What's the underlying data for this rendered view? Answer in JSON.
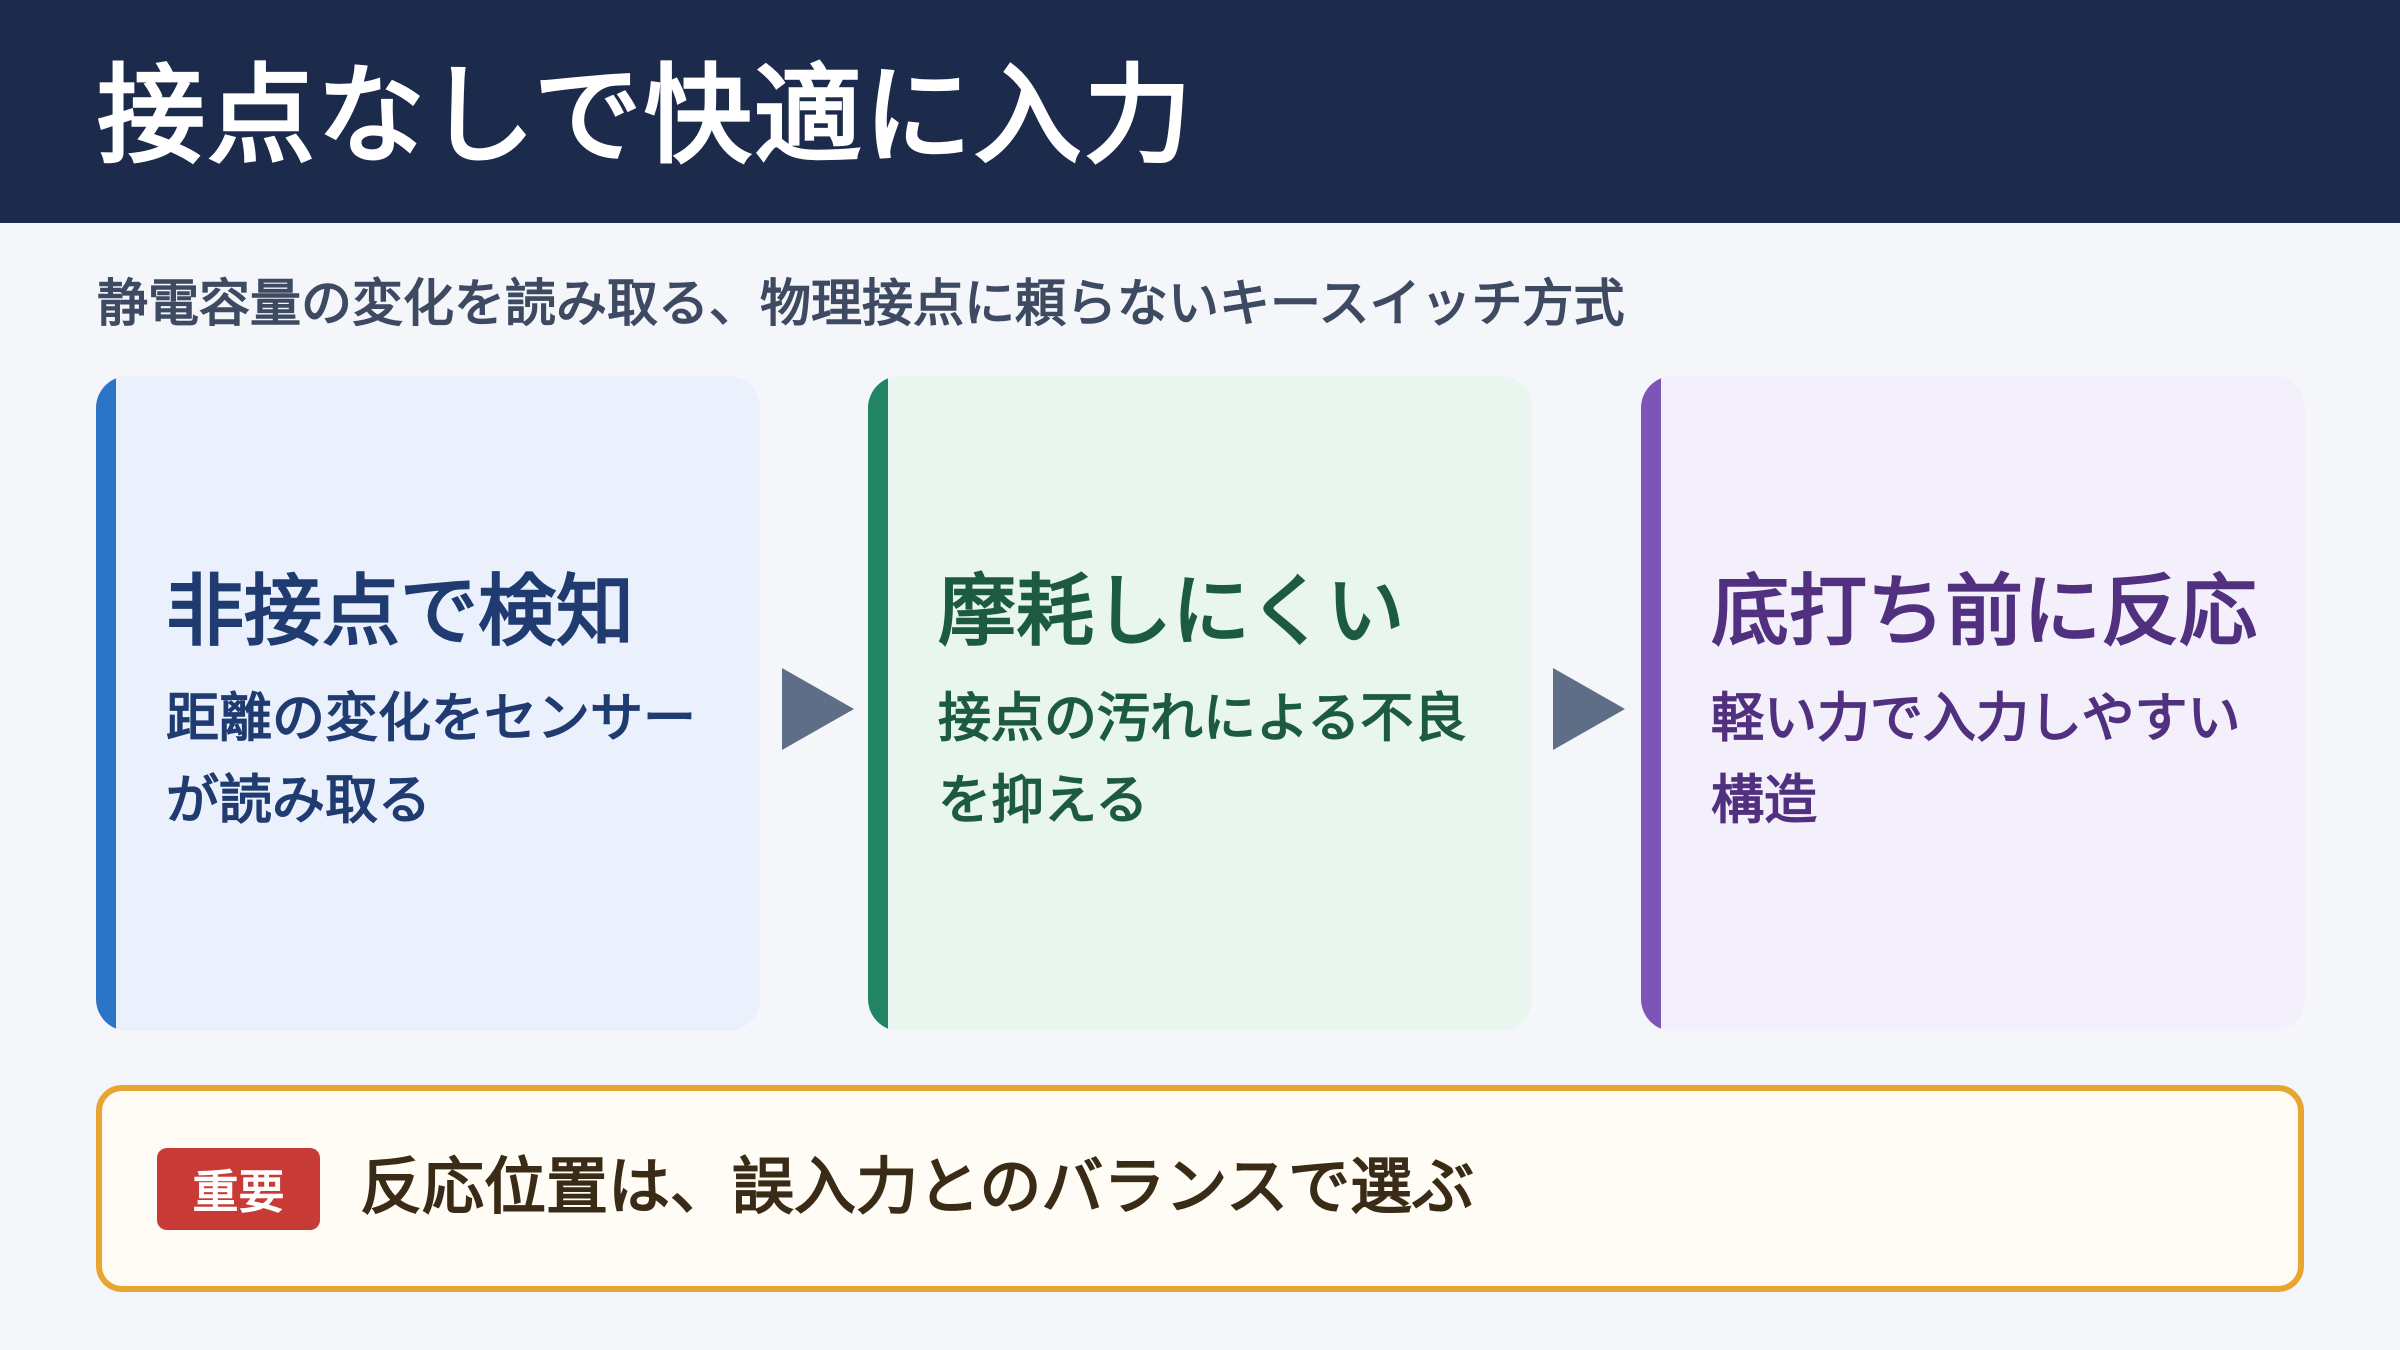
{
  "header": {
    "title": "接点なしで快適に入力"
  },
  "subtitle": "静電容量の変化を読み取る、物理接点に頼らないキースイッチ方式",
  "cards": [
    {
      "heading": "非接点で検知",
      "description": "距離の変化をセンサーが読み取る"
    },
    {
      "heading": "摩耗しにくい",
      "description": "接点の汚れによる不良を抑える"
    },
    {
      "heading": "底打ち前に反応",
      "description": "軽い力で入力しやすい構造"
    }
  ],
  "note": {
    "badge": "重要",
    "text": "反応位置は、誤入力とのバランスで選ぶ"
  },
  "colors": {
    "header_bg": "#1c2a4c",
    "card_1_accent": "#2b74c8",
    "card_2_accent": "#218563",
    "card_3_accent": "#7d55b8",
    "note_border": "#e8a532",
    "badge_bg": "#c83a36"
  },
  "icons": {
    "flow_arrows": "triangle-right-icon"
  }
}
